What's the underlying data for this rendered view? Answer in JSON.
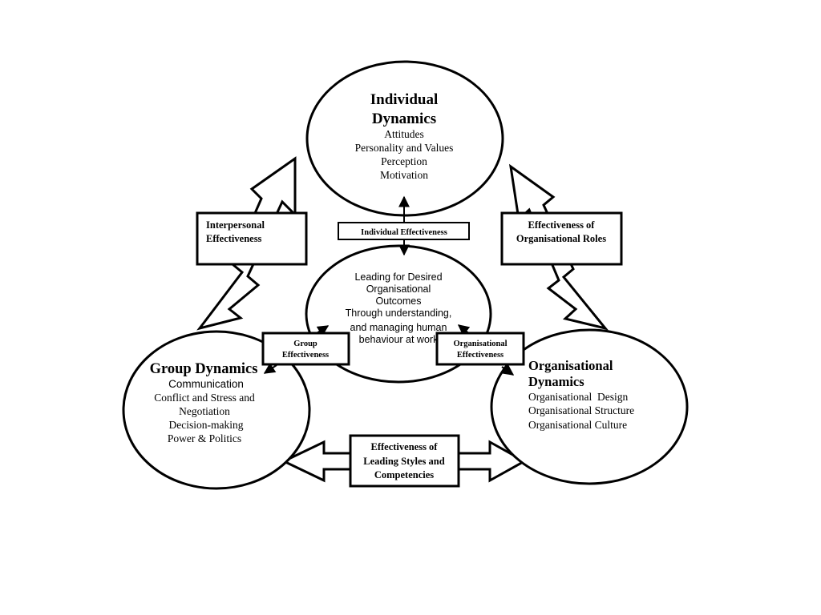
{
  "individual": {
    "title_1": "Individual",
    "title_2": "Dynamics",
    "items": [
      "Attitudes",
      "Personality and Values",
      "Perception",
      "Motivation"
    ]
  },
  "center": {
    "lines": [
      "Leading for Desired",
      "Organisational",
      "Outcomes",
      "Through understanding,",
      "and managing human",
      "behaviour at work"
    ]
  },
  "group": {
    "title": "Group Dynamics",
    "items": [
      "Communication",
      "Conflict and Stress and",
      "Negotiation",
      "Decision-making",
      "Power & Politics"
    ]
  },
  "organisational": {
    "title_1": "Organisational",
    "title_2": "Dynamics",
    "items": [
      "Organisational  Design",
      "Organisational Structure",
      "Organisational Culture"
    ]
  },
  "labels": {
    "interpersonal": [
      "Interpersonal",
      "Effectiveness"
    ],
    "individual_effectiveness": "Individual Effectiveness",
    "org_roles": [
      "Effectiveness of",
      "Organisational Roles"
    ],
    "group_effectiveness": [
      "Group",
      "Effectiveness"
    ],
    "org_effectiveness": [
      "Organisational",
      "Effectiveness"
    ],
    "leading_styles": [
      "Effectiveness of",
      "Leading Styles and",
      "Competencies"
    ]
  }
}
